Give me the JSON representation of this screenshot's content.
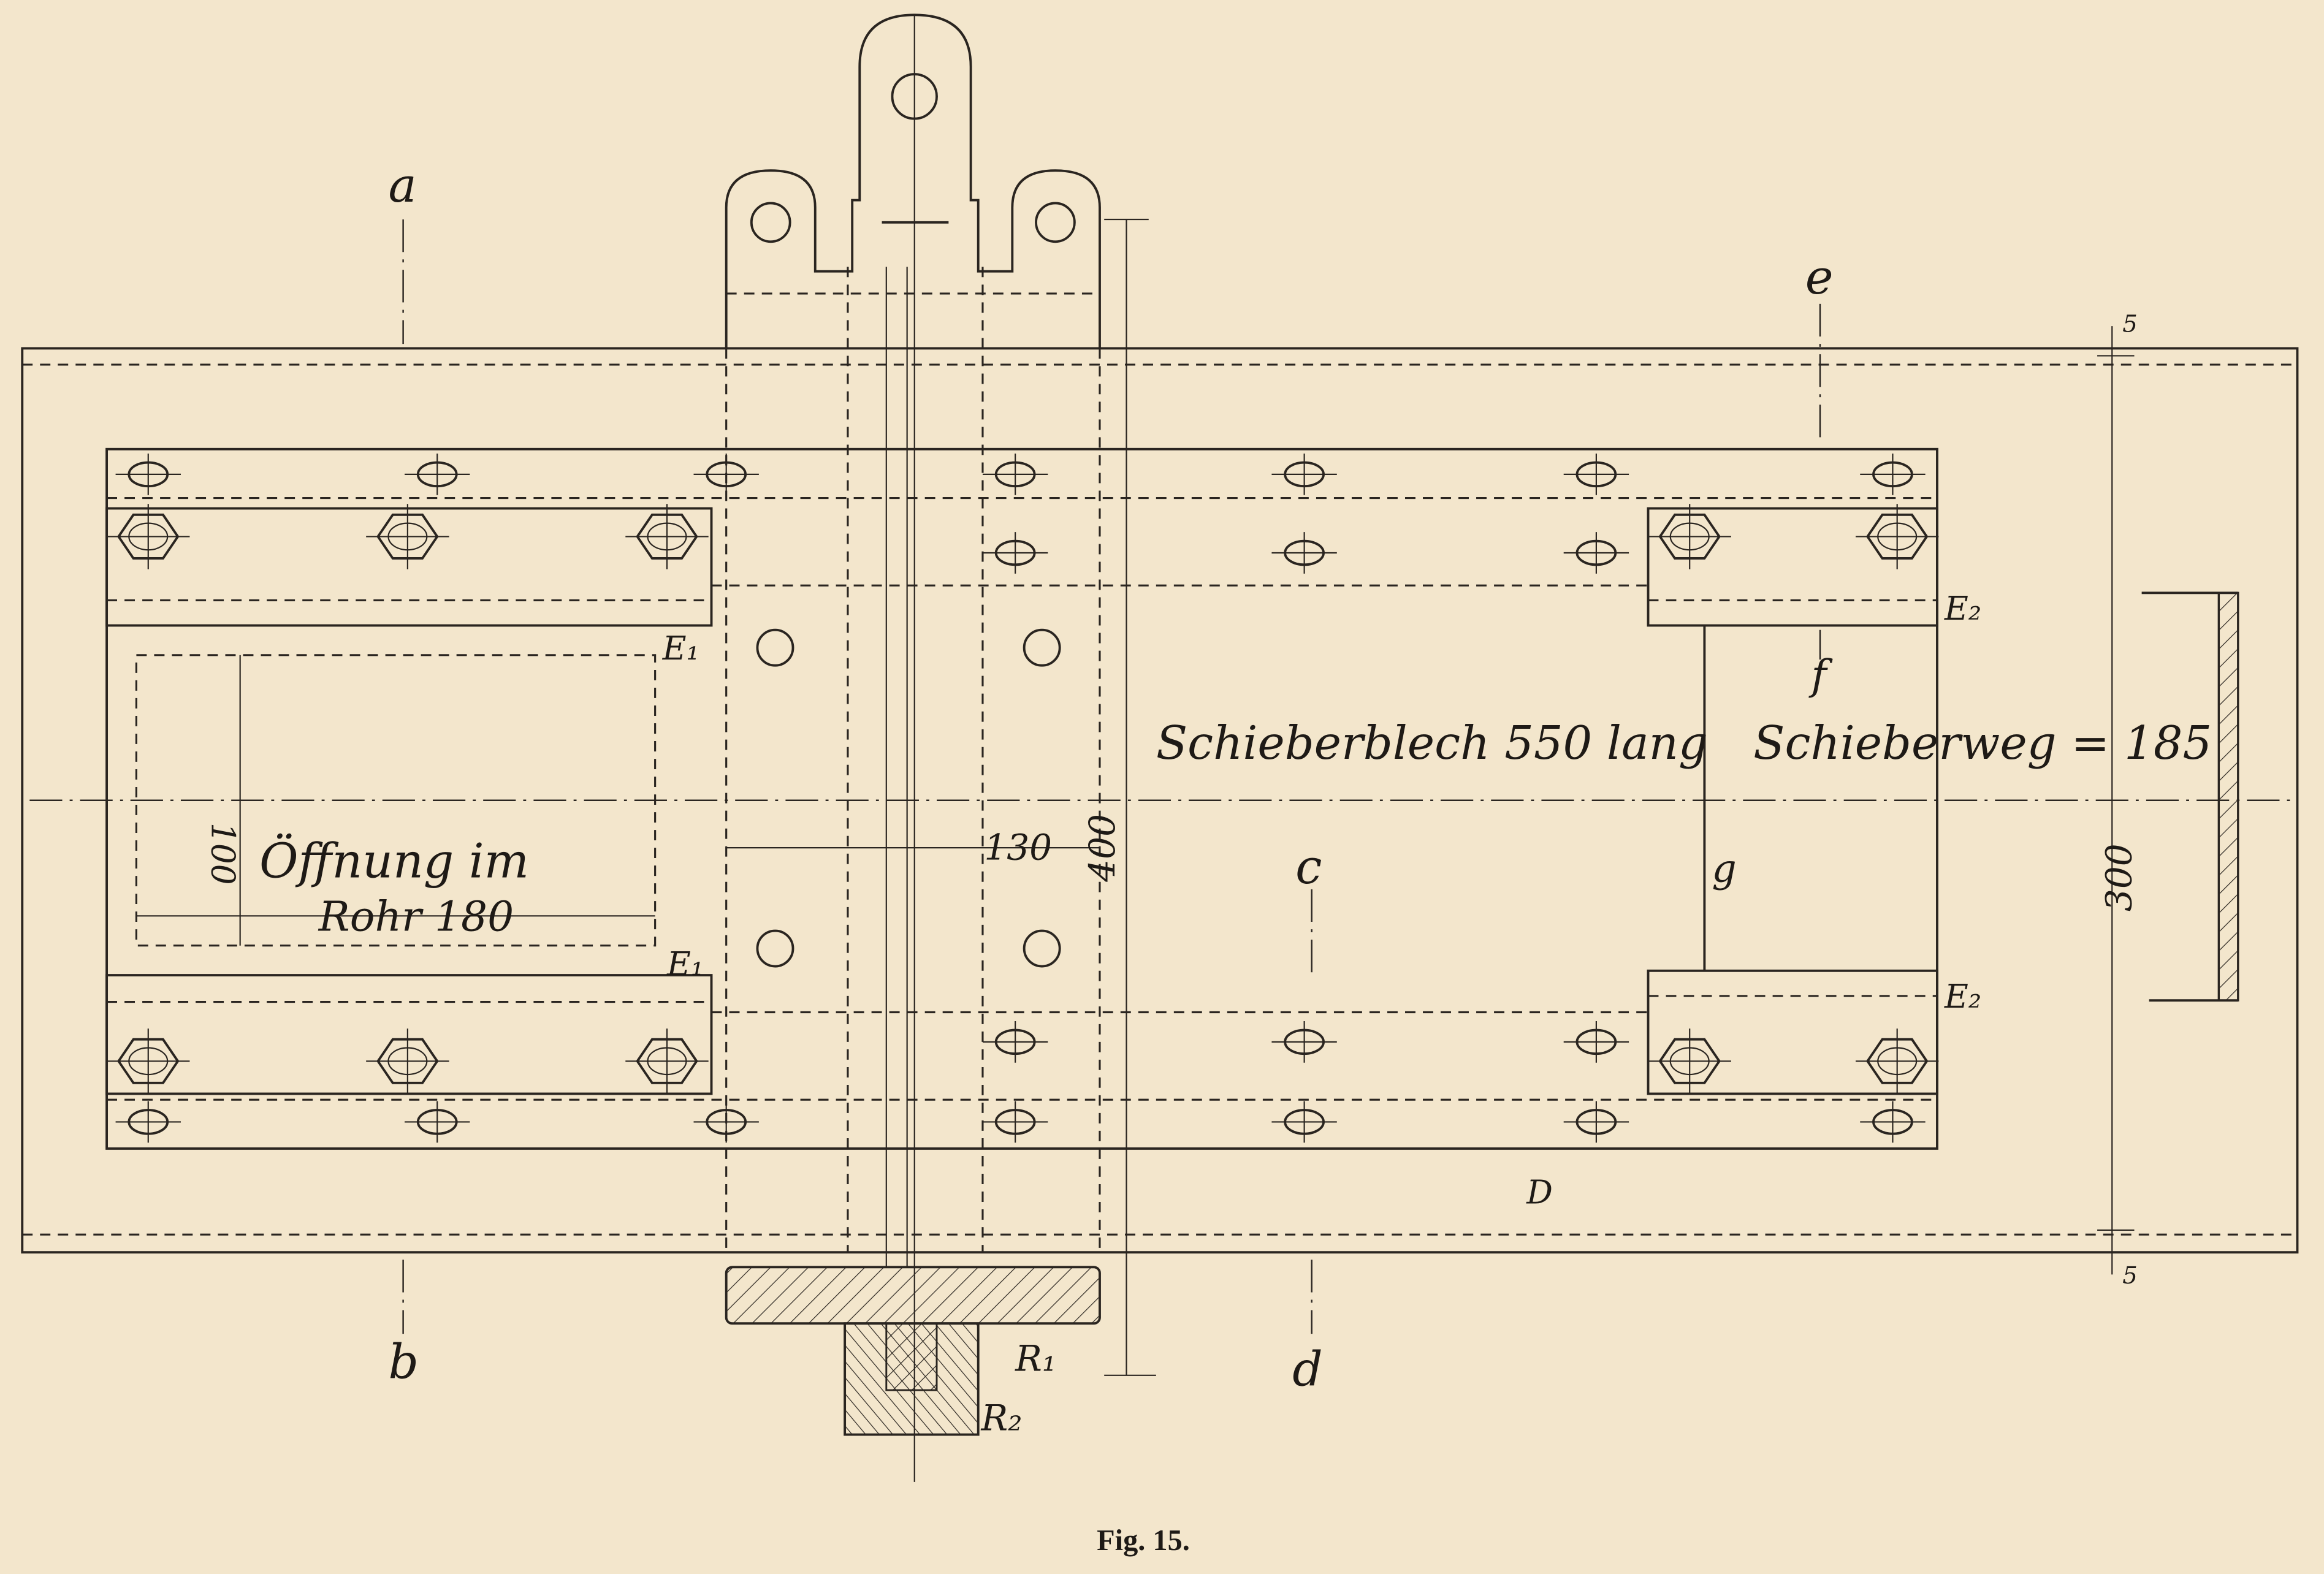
{
  "figure": {
    "caption": "Fig. 15.",
    "section_marks": {
      "a": "a",
      "b": "b",
      "c": "c",
      "d": "d",
      "e": "e",
      "f": "f"
    },
    "labels": {
      "slide_plate": "Schieberblech 550 lang",
      "slide_travel": "Schieberweg = 185",
      "opening_line1": "Öffnung im",
      "opening_line2": "Rohr 180",
      "g": "g",
      "E1_top": "E₁",
      "E1_bottom": "E₁",
      "E2_top": "E₂",
      "E2_bottom": "E₂",
      "D": "D",
      "R1": "R₁",
      "R2": "R₂"
    },
    "dimensions": {
      "opening_height": "100",
      "rod_width": "130",
      "total_height": "400",
      "pipe_height": "300",
      "wall_top": "5",
      "wall_bottom": "5"
    }
  }
}
